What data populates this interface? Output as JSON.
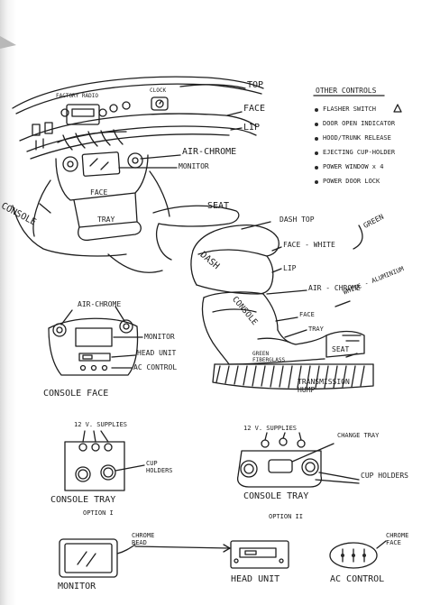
{
  "dashboard_sketch": {
    "labels": {
      "factory_radio": "FACTORY RADIO",
      "clock": "CLOCK",
      "top": "TOP",
      "face": "FACE",
      "lip": "LIP",
      "air_chrome": "AIR-CHROME",
      "monitor": "MONITOR",
      "face_inner": "FACE",
      "console": "CONSOLE",
      "tray": "TRAY",
      "seat": "SEAT"
    }
  },
  "other_controls": {
    "heading": "OTHER CONTROLS",
    "items": [
      "FLASHER SWITCH",
      "DOOR OPEN INDICATOR",
      "HOOD/TRUNK RELEASE",
      "EJECTING CUP-HOLDER",
      "POWER WINDOW x 4",
      "POWER DOOR LOCK"
    ]
  },
  "side_profile": {
    "labels": {
      "dash_top": "DASH TOP",
      "face_white": "FACE - WHITE",
      "green": "GREEN",
      "dash": "DASH",
      "lip": "LIP",
      "air_chrome": "AIR - CHROME",
      "console": "CONSOLE",
      "face": "FACE",
      "white_aluminium": "WHITE - ALUMINIUM",
      "tray": "TRAY",
      "green_fiberglass": "GREEN FIBERGLASS",
      "seat": "SEAT",
      "transmission_hump": "TRANSMISSION HUMP"
    }
  },
  "console_face": {
    "title": "CONSOLE FACE",
    "labels": {
      "air_chrome": "AIR-CHROME",
      "monitor": "MONITOR",
      "head_unit": "HEAD UNIT",
      "ac_control": "AC CONTROL"
    }
  },
  "console_tray_1": {
    "title": "CONSOLE TRAY",
    "option": "OPTION I",
    "labels": {
      "supplies": "12 V. SUPPLIES",
      "cup_holders": "CUP HOLDERS"
    }
  },
  "console_tray_2": {
    "title": "CONSOLE TRAY",
    "option": "OPTION II",
    "labels": {
      "supplies": "12 V. SUPPLIES",
      "change_tray": "CHANGE TRAY",
      "cup_holders": "CUP HOLDERS"
    }
  },
  "components": {
    "monitor": "MONITOR",
    "chrome_bead": "CHROME BEAD",
    "head_unit": "HEAD UNIT",
    "chrome_face": "CHROME FACE",
    "ac_control": "AC CONTROL"
  }
}
